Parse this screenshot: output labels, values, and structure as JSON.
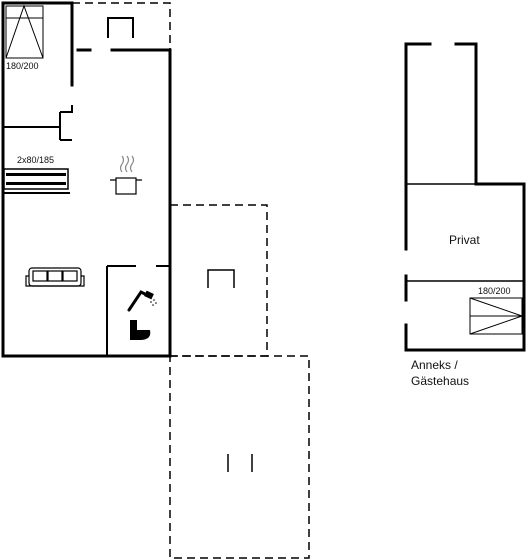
{
  "floorplan": {
    "main_house": {
      "bed_label": "180/200",
      "bunk_label": "2x80/185"
    },
    "annex": {
      "room_label": "Privat",
      "bed_label": "180/200",
      "caption_line1": "Anneks /",
      "caption_line2": "Gästehaus"
    },
    "icons": [
      "bed-icon",
      "bunk-bed-icon",
      "cooking-pot-icon",
      "sofa-icon",
      "shower-icon",
      "toilet-icon"
    ],
    "colors": {
      "wall": "#000000",
      "dashed_outline": "#000000",
      "background": "#ffffff"
    }
  }
}
